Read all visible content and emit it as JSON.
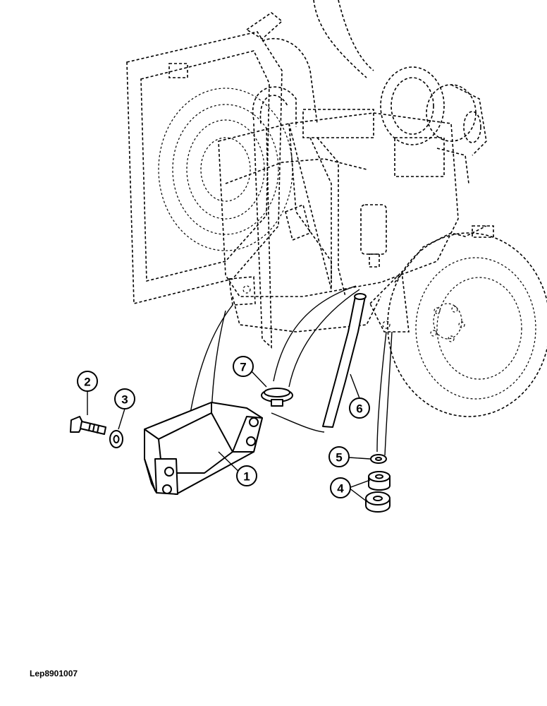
{
  "drawing_reference": "Lep8901007",
  "callouts": [
    {
      "id": "1",
      "label": "1"
    },
    {
      "id": "2",
      "label": "2"
    },
    {
      "id": "3",
      "label": "3"
    },
    {
      "id": "4",
      "label": "4"
    },
    {
      "id": "5",
      "label": "5"
    },
    {
      "id": "6",
      "label": "6"
    },
    {
      "id": "7",
      "label": "7"
    }
  ]
}
